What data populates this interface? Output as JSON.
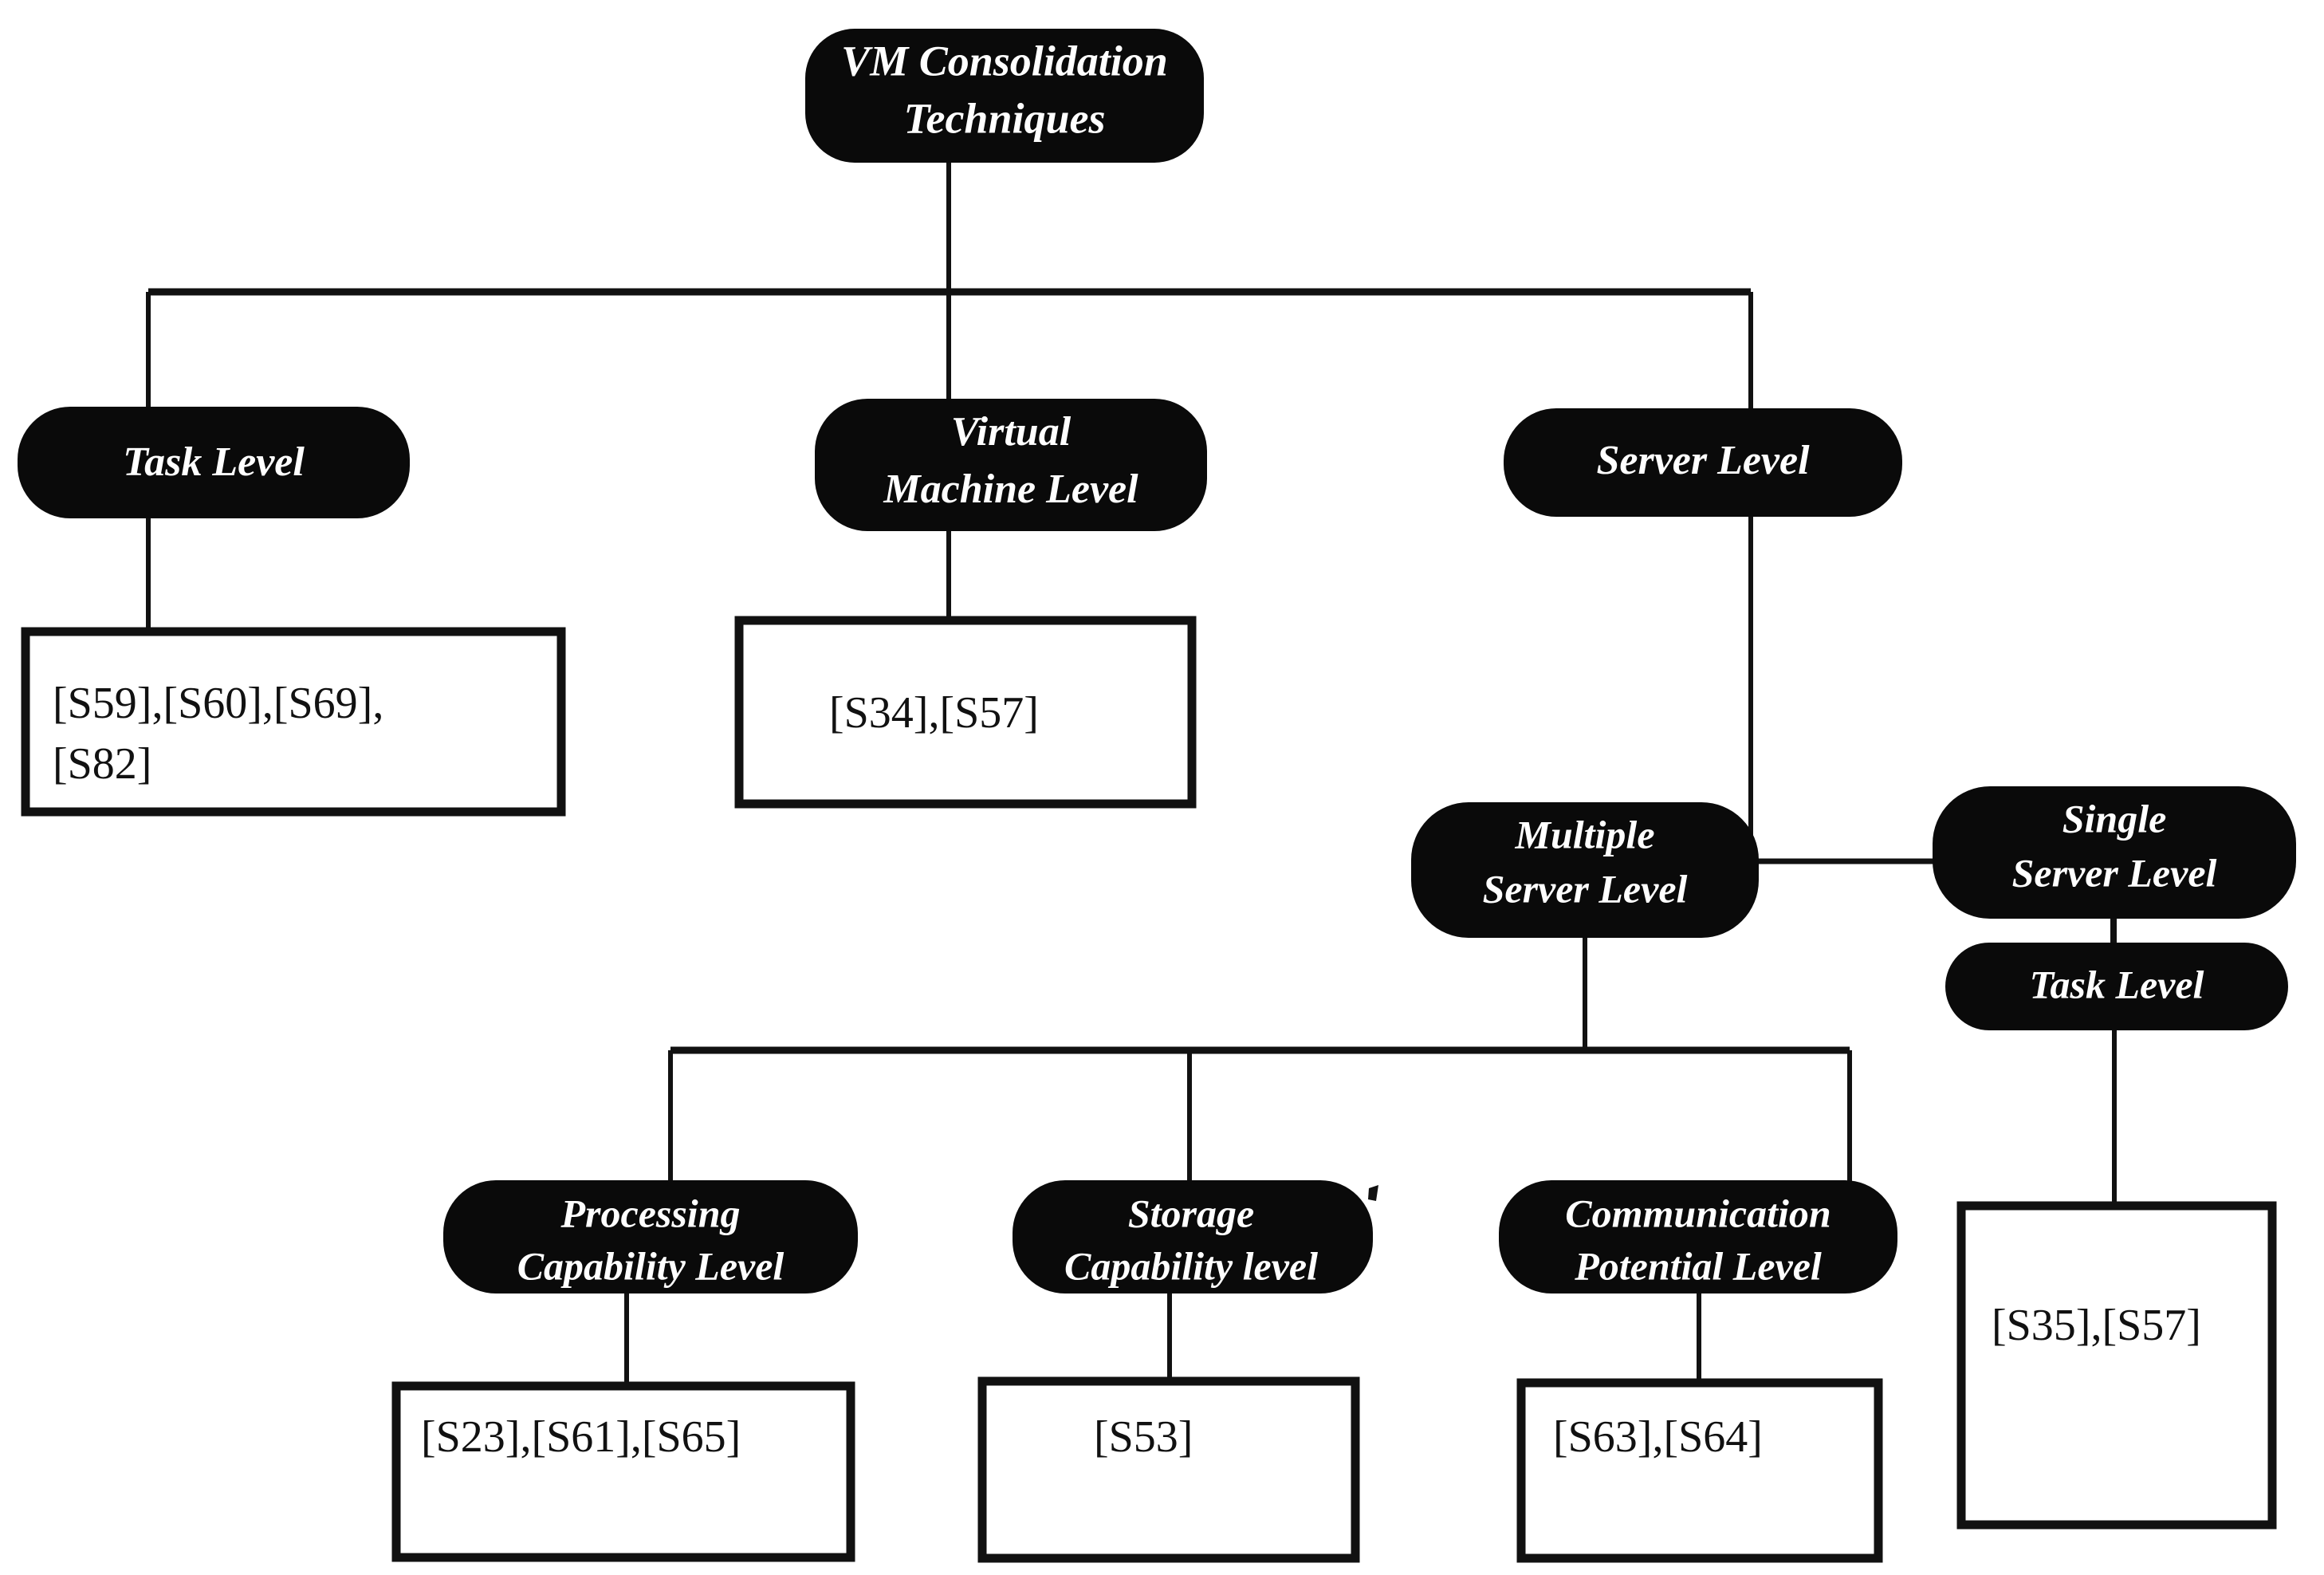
{
  "diagram": {
    "title": "VM Consolidation Techniques",
    "type": "hierarchy-tree",
    "colors": {
      "node_fill": "#0a0a0a",
      "node_text": "#ffffff",
      "box_fill": "#ffffff",
      "box_stroke": "#111111",
      "connector": "#111111",
      "background": "#ffffff"
    },
    "nodes": {
      "root": {
        "label_line1": "VM Consolidation",
        "label_line2": "Techniques"
      },
      "task_level": {
        "label_line1": "Task Level",
        "label_line2": ""
      },
      "virtual_machine_level": {
        "label_line1": "Virtual",
        "label_line2": "Machine Level"
      },
      "server_level": {
        "label_line1": "Server Level",
        "label_line2": ""
      },
      "multiple_server_level": {
        "label_line1": "Multiple",
        "label_line2": "Server Level"
      },
      "single_server_level": {
        "label_line1": "Single",
        "label_line2": "Server Level"
      },
      "single_task_level": {
        "label_line1": "Task Level",
        "label_line2": ""
      },
      "processing_capability_level": {
        "label_line1": "Processing",
        "label_line2": "Capability Level"
      },
      "storage_capability_level": {
        "label_line1": "Storage",
        "label_line2": "Capability level"
      },
      "communication_potential_level": {
        "label_line1": "Communication",
        "label_line2": "Potential Level"
      }
    },
    "reference_boxes": {
      "task_level_refs": {
        "line1": "[S59],[S60],[S69],",
        "line2": "[S82]"
      },
      "virtual_machine_level_refs": {
        "line1": "[S34],[S57]",
        "line2": ""
      },
      "processing_refs": {
        "line1": "[S23],[S61],[S65]",
        "line2": ""
      },
      "storage_refs": {
        "line1": "[S53]",
        "line2": ""
      },
      "communication_refs": {
        "line1": "[S63],[S64]",
        "line2": ""
      },
      "single_task_refs": {
        "line1": "[S35],[S57]",
        "line2": ""
      }
    },
    "edges": [
      {
        "from": "root",
        "to": "task_level"
      },
      {
        "from": "root",
        "to": "virtual_machine_level"
      },
      {
        "from": "root",
        "to": "server_level"
      },
      {
        "from": "task_level",
        "to": "task_level_refs"
      },
      {
        "from": "virtual_machine_level",
        "to": "virtual_machine_level_refs"
      },
      {
        "from": "server_level",
        "to": "multiple_server_level"
      },
      {
        "from": "server_level",
        "to": "single_server_level"
      },
      {
        "from": "multiple_server_level",
        "to": "processing_capability_level"
      },
      {
        "from": "multiple_server_level",
        "to": "storage_capability_level"
      },
      {
        "from": "multiple_server_level",
        "to": "communication_potential_level"
      },
      {
        "from": "single_server_level",
        "to": "single_task_level"
      },
      {
        "from": "single_task_level",
        "to": "single_task_refs"
      },
      {
        "from": "processing_capability_level",
        "to": "processing_refs"
      },
      {
        "from": "storage_capability_level",
        "to": "storage_refs"
      },
      {
        "from": "communication_potential_level",
        "to": "communication_refs"
      }
    ]
  }
}
